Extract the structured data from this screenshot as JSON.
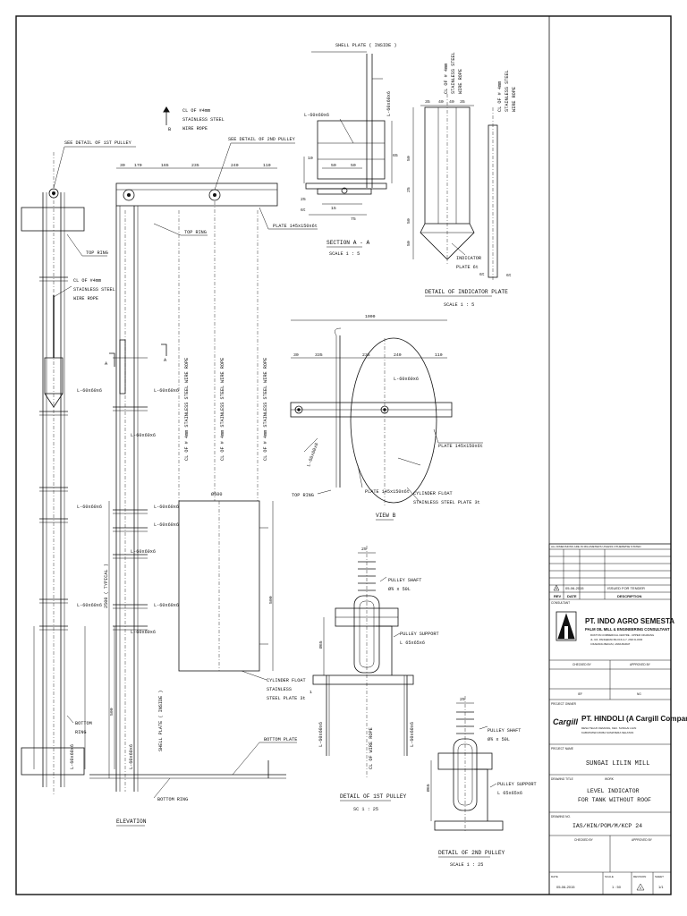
{
  "drawing": {
    "elevation": {
      "title": "ELEVATION",
      "labels": {
        "see_detail_1st": "SEE DETAIL OF 1ST PULLEY",
        "see_detail_2nd": "SEE DETAIL OF 2ND PULLEY",
        "wire_rope_1": "CL OF #4mm",
        "wire_rope_2": "STAINLESS STEEL",
        "wire_rope_3": "WIRE ROPE",
        "top_ring": "TOP RING",
        "plate": "PLATE 145x150x6t",
        "angle": "L-60x60x6",
        "bottom_ring": "BOTTOM RING",
        "bottom_plate": "BOTTOM PLATE",
        "cyl_float_1": "CYLINDER FLOAT",
        "cyl_float_2": "STAINLESS",
        "cyl_float_3": "STEEL PLATE 3t",
        "shell_plate_inside": "SHELL PLATE ( INSIDE )",
        "typical": "2500 ( TYPICAL )",
        "diameter": "Ø500",
        "angle_long": "L-60x60x6",
        "vert_rope": "CL OF # 4mm STAINLESS STEEL WIRE ROPE",
        "section_mark": "B",
        "section_a": "A"
      },
      "top_dims": [
        "30",
        "170",
        "165",
        "235",
        "240",
        "110"
      ]
    },
    "section_aa": {
      "title": "SECTION A - A",
      "scale": "SCALE 1 : 5",
      "shell_plate": "SHELL PLATE ( INSIDE )",
      "angle": "L-60x60x6",
      "dims": [
        "50",
        "50",
        "15",
        "75",
        "65",
        "10",
        "25",
        "6t"
      ]
    },
    "indicator_plate": {
      "title": "DETAIL OF INDICATOR PLATE",
      "scale": "SCALE 1 : 5",
      "label_1": "INDICATOR",
      "label_2": "PLATE 6t",
      "wire_1": "CL OF # 4mm",
      "wire_2": "STAINLESS STEEL",
      "wire_3": "WIRE ROPE",
      "dims": [
        "35",
        "40",
        "40",
        "35",
        "50",
        "25",
        "50",
        "50",
        "6t",
        "6t"
      ]
    },
    "view_b": {
      "title": "VIEW B",
      "overall": "1000",
      "dims": [
        "30",
        "335",
        "235",
        "240",
        "110"
      ],
      "angle": "L-60x60x6",
      "plate_1": "PLATE 145x150x6t",
      "plate_2": "PLATE 145x150x6t",
      "top_ring": "TOP RING",
      "float_1": "CYLINDER FLOAT",
      "float_2": "STAINLESS STEEL PLATE 3t"
    },
    "pulley_1": {
      "title": "DETAIL OF 1ST PULLEY",
      "scale": "SC 1 : 25",
      "shaft_1": "PULLEY SHAFT",
      "shaft_2": "Ø¾ x 50L",
      "support_1": "PULLEY SUPPORT",
      "support_2": "L 65x65x6",
      "rope": "CL OF WIRE ROPE",
      "dims": [
        "25",
        "Ø65",
        "85"
      ]
    },
    "pulley_2": {
      "title": "DETAIL OF 2ND PULLEY",
      "scale": "SCALE 1 : 25",
      "shaft_1": "PULLEY SHAFT",
      "shaft_2": "Ø¾ x 50L",
      "support_1": "PULLEY SUPPORT",
      "support_2": "L 65x65x6",
      "dims": [
        "25",
        "Ø65"
      ]
    }
  },
  "title_block": {
    "note": "ALL DIMENSIONS ARE IN MILLIMETERS UNLESS OTHERWISE STATED",
    "rev_row": {
      "rev": "0",
      "date": "05-06-2015",
      "desc": "ISSUED FOR TENDER"
    },
    "headers": {
      "rev": "REV",
      "date": "DATE",
      "desc": "DESCRIPTION"
    },
    "consultant_label": "CONSULTANT",
    "consultant_name": "PT. INDO AGRO SEMESTA",
    "consultant_sub": "PALM OIL MILL & ENGINEERING CONSULTANT",
    "consultant_addr_1": "RUKTON COMMERCIAL CENTRE - UPPER CIKARANG",
    "consultant_addr_2": "JL. RA. PANGERAN BLOCK A-7, 2ND FLOOR",
    "consultant_addr_3": "CIKARANG BEKASI, JAWA BARAT",
    "checked_by": "CHECKED BY",
    "approved_by": "APPROVED BY",
    "sig_1": "IEF",
    "sig_2": "NG",
    "project_owner_label": "PROJECT OWNER",
    "owner_name": "PT. HINDOLI (A Cargill Company)",
    "owner_addr_1": "DESA TELUK KEMANG, KEC. SUNGAI LILIN",
    "owner_addr_2": "KABUPATEN MUBA SUMATERA SELATAN",
    "logo_text": "Cargill",
    "project_name_label": "PROJECT NAME",
    "project_name": "SUNGAI LILIN MILL",
    "drawing_title_label": "DRAWING TITLE",
    "work_label": "WORK",
    "drawing_title_1": "LEVEL INDICATOR",
    "drawing_title_2": "FOR TANK WITHOUT ROOF",
    "drawing_no_label": "DRAWING NO.",
    "drawing_no": "IAS/HIN/POM/M/KCP 24",
    "checked_by_2": "CHECKED BY",
    "approved_by_2": "APPROVED BY",
    "date_label": "DATE",
    "scale_label": "SCALE",
    "revision_label": "REVISION",
    "sheet_label": "SHEET",
    "date_val": "05-06-2015",
    "scale_val": "1 : 50",
    "revision_val": "0",
    "sheet_val": "1/1"
  }
}
